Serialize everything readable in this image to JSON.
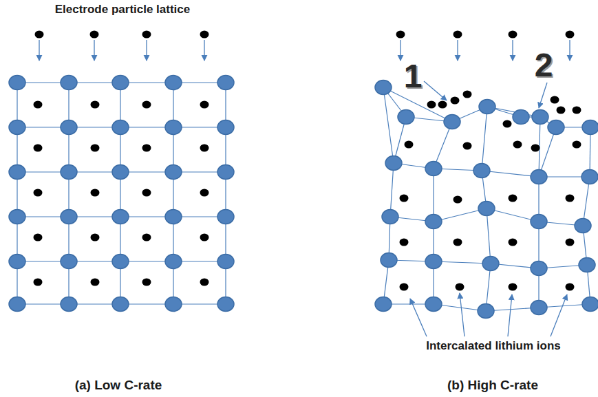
{
  "diagram": {
    "labels": [
      "Electrode particle lattice",
      "1",
      "2",
      "Intercalated lithium ions",
      "(a) Low C-rate",
      "(b) High C-rate"
    ]
  }
}
